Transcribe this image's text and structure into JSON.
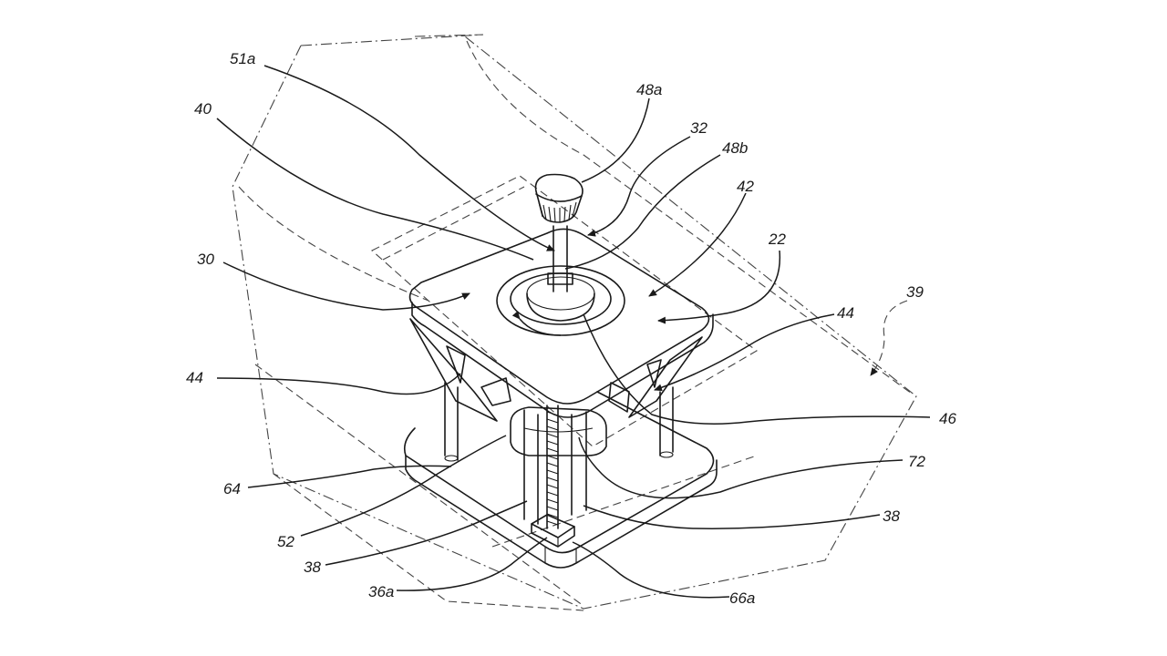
{
  "figure": {
    "labels": {
      "l51a": "51a",
      "l48a": "48a",
      "l40": "40",
      "l32": "32",
      "l48b": "48b",
      "l42": "42",
      "l30": "30",
      "l22": "22",
      "l39": "39",
      "l44_left": "44",
      "l44_right": "44",
      "l46": "46",
      "l72": "72",
      "l64": "64",
      "l52": "52",
      "l38_right": "38",
      "l38_left": "38",
      "l36a": "36a",
      "l66a": "66a"
    }
  }
}
